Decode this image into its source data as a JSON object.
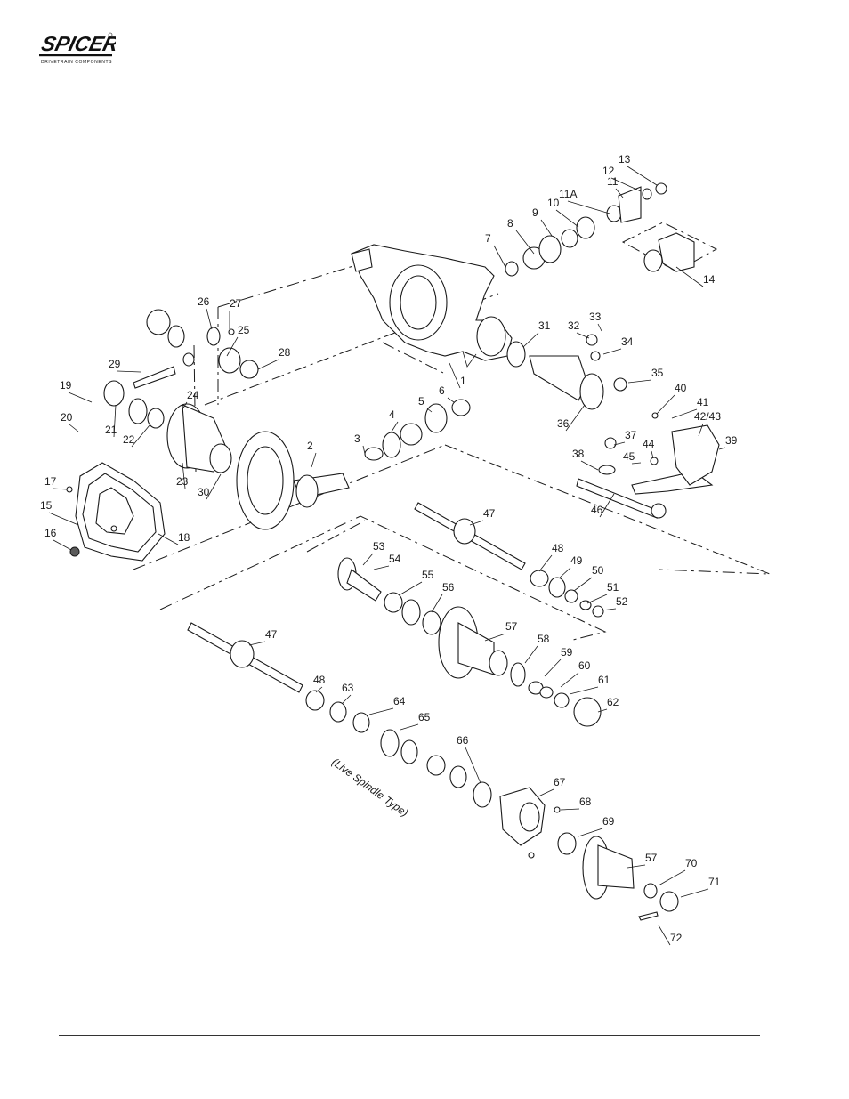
{
  "brand": {
    "logo_text": "SPICER",
    "logo_tagline": "DRIVETRAIN COMPONENTS"
  },
  "diagram": {
    "caption": "(Live Spindle Type)",
    "callouts": [
      {
        "id": "1",
        "label": "1"
      },
      {
        "id": "2",
        "label": "2"
      },
      {
        "id": "3",
        "label": "3"
      },
      {
        "id": "4",
        "label": "4"
      },
      {
        "id": "5",
        "label": "5"
      },
      {
        "id": "6",
        "label": "6"
      },
      {
        "id": "7",
        "label": "7"
      },
      {
        "id": "8",
        "label": "8"
      },
      {
        "id": "9",
        "label": "9"
      },
      {
        "id": "10",
        "label": "10"
      },
      {
        "id": "11",
        "label": "11"
      },
      {
        "id": "11A",
        "label": "11A"
      },
      {
        "id": "12",
        "label": "12"
      },
      {
        "id": "13",
        "label": "13"
      },
      {
        "id": "14",
        "label": "14"
      },
      {
        "id": "15",
        "label": "15"
      },
      {
        "id": "16",
        "label": "16"
      },
      {
        "id": "17",
        "label": "17"
      },
      {
        "id": "18",
        "label": "18"
      },
      {
        "id": "19",
        "label": "19"
      },
      {
        "id": "20",
        "label": "20"
      },
      {
        "id": "21",
        "label": "21"
      },
      {
        "id": "22",
        "label": "22"
      },
      {
        "id": "23",
        "label": "23"
      },
      {
        "id": "24",
        "label": "24"
      },
      {
        "id": "25",
        "label": "25"
      },
      {
        "id": "26",
        "label": "26"
      },
      {
        "id": "27",
        "label": "27"
      },
      {
        "id": "28",
        "label": "28"
      },
      {
        "id": "29",
        "label": "29"
      },
      {
        "id": "30",
        "label": "30"
      },
      {
        "id": "31",
        "label": "31"
      },
      {
        "id": "32",
        "label": "32"
      },
      {
        "id": "33",
        "label": "33"
      },
      {
        "id": "34",
        "label": "34"
      },
      {
        "id": "35",
        "label": "35"
      },
      {
        "id": "36",
        "label": "36"
      },
      {
        "id": "37",
        "label": "37"
      },
      {
        "id": "38",
        "label": "38"
      },
      {
        "id": "39",
        "label": "39"
      },
      {
        "id": "40",
        "label": "40"
      },
      {
        "id": "41",
        "label": "41"
      },
      {
        "id": "42/43",
        "label": "42/43"
      },
      {
        "id": "44",
        "label": "44"
      },
      {
        "id": "45",
        "label": "45"
      },
      {
        "id": "46",
        "label": "46"
      },
      {
        "id": "47a",
        "label": "47"
      },
      {
        "id": "48a",
        "label": "48"
      },
      {
        "id": "49",
        "label": "49"
      },
      {
        "id": "50",
        "label": "50"
      },
      {
        "id": "51",
        "label": "51"
      },
      {
        "id": "52",
        "label": "52"
      },
      {
        "id": "53",
        "label": "53"
      },
      {
        "id": "54",
        "label": "54"
      },
      {
        "id": "55",
        "label": "55"
      },
      {
        "id": "56",
        "label": "56"
      },
      {
        "id": "57a",
        "label": "57"
      },
      {
        "id": "58",
        "label": "58"
      },
      {
        "id": "59",
        "label": "59"
      },
      {
        "id": "60",
        "label": "60"
      },
      {
        "id": "61",
        "label": "61"
      },
      {
        "id": "62",
        "label": "62"
      },
      {
        "id": "47b",
        "label": "47"
      },
      {
        "id": "48b",
        "label": "48"
      },
      {
        "id": "63",
        "label": "63"
      },
      {
        "id": "64",
        "label": "64"
      },
      {
        "id": "65",
        "label": "65"
      },
      {
        "id": "66",
        "label": "66"
      },
      {
        "id": "67",
        "label": "67"
      },
      {
        "id": "68",
        "label": "68"
      },
      {
        "id": "69",
        "label": "69"
      },
      {
        "id": "57b",
        "label": "57"
      },
      {
        "id": "70",
        "label": "70"
      },
      {
        "id": "71",
        "label": "71"
      },
      {
        "id": "72",
        "label": "72"
      }
    ]
  }
}
